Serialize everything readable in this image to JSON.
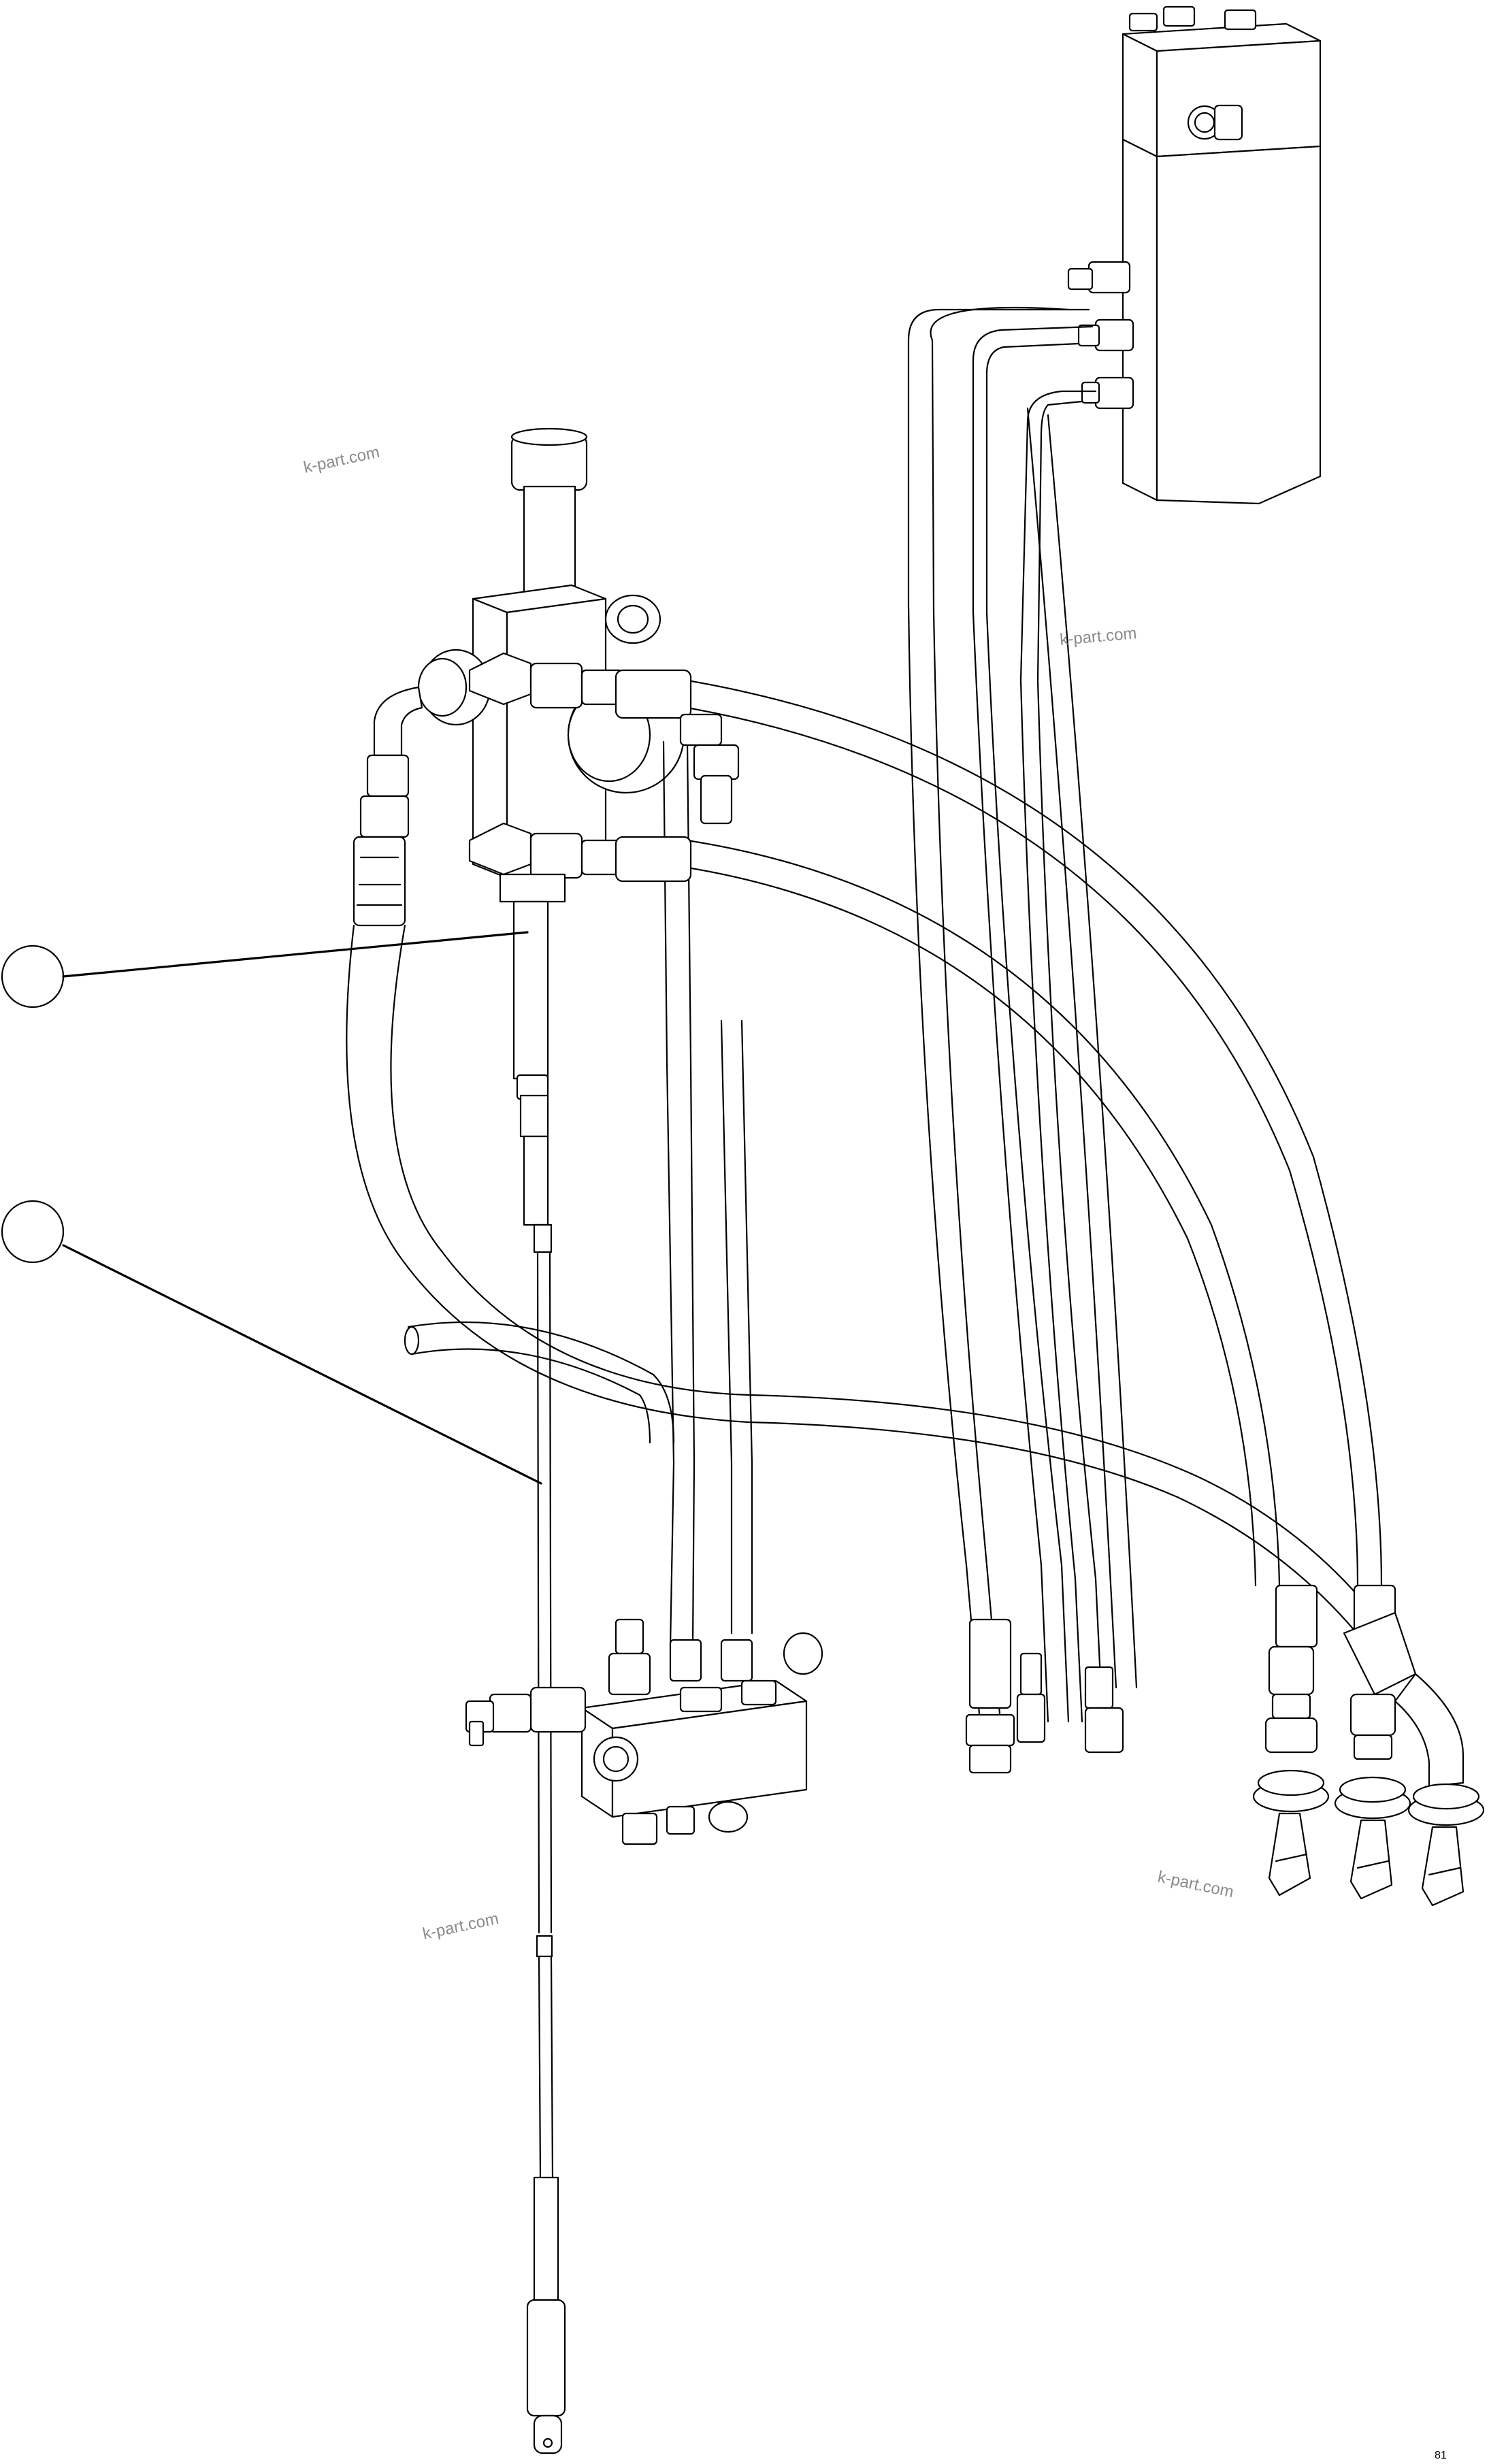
{
  "watermarks": [
    {
      "id": "wm1",
      "text": "k-part.com"
    },
    {
      "id": "wm2",
      "text": "k-part.com"
    },
    {
      "id": "wm3",
      "text": "k-part.com"
    },
    {
      "id": "wm4",
      "text": "k-part.com"
    }
  ],
  "callouts": [
    {
      "id": "callout-1",
      "label": ""
    },
    {
      "id": "callout-2",
      "label": ""
    }
  ],
  "drawing_code": "81"
}
